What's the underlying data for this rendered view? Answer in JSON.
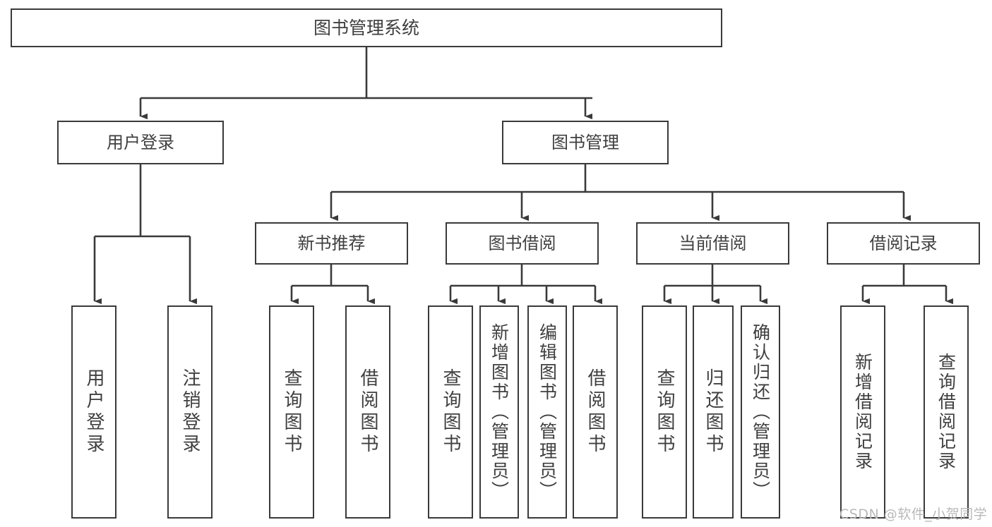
{
  "diagram": {
    "title": "图书管理系统",
    "type": "tree",
    "colors": {
      "stroke": "#3a3a3a",
      "box_fill": "#ffffff",
      "text": "#3f3f3f",
      "background": "#ffffff",
      "watermark": "#b9b9b9"
    },
    "root": {
      "label": "图书管理系统"
    },
    "level2": [
      {
        "label": "用户登录"
      },
      {
        "label": "图书管理"
      }
    ],
    "level3": [
      {
        "label": "新书推荐"
      },
      {
        "label": "图书借阅"
      },
      {
        "label": "当前借阅"
      },
      {
        "label": "借阅记录"
      }
    ],
    "leaves": [
      {
        "label": "用户登录",
        "parent": "用户登录"
      },
      {
        "label": "注销登录",
        "parent": "用户登录"
      },
      {
        "label": "查询图书",
        "parent": "新书推荐"
      },
      {
        "label": "借阅图书",
        "parent": "新书推荐"
      },
      {
        "label": "查询图书",
        "parent": "图书借阅"
      },
      {
        "label": "新增图书（管理员）",
        "parent": "图书借阅"
      },
      {
        "label": "编辑图书（管理员）",
        "parent": "图书借阅"
      },
      {
        "label": "借阅图书",
        "parent": "图书借阅"
      },
      {
        "label": "查询图书",
        "parent": "当前借阅"
      },
      {
        "label": "归还图书",
        "parent": "当前借阅"
      },
      {
        "label": "确认归还（管理员）",
        "parent": "当前借阅"
      },
      {
        "label": "新增借阅记录",
        "parent": "借阅记录"
      },
      {
        "label": "查询借阅记录",
        "parent": "借阅记录"
      }
    ],
    "watermark": "CSDN @软件_小贺同学"
  }
}
